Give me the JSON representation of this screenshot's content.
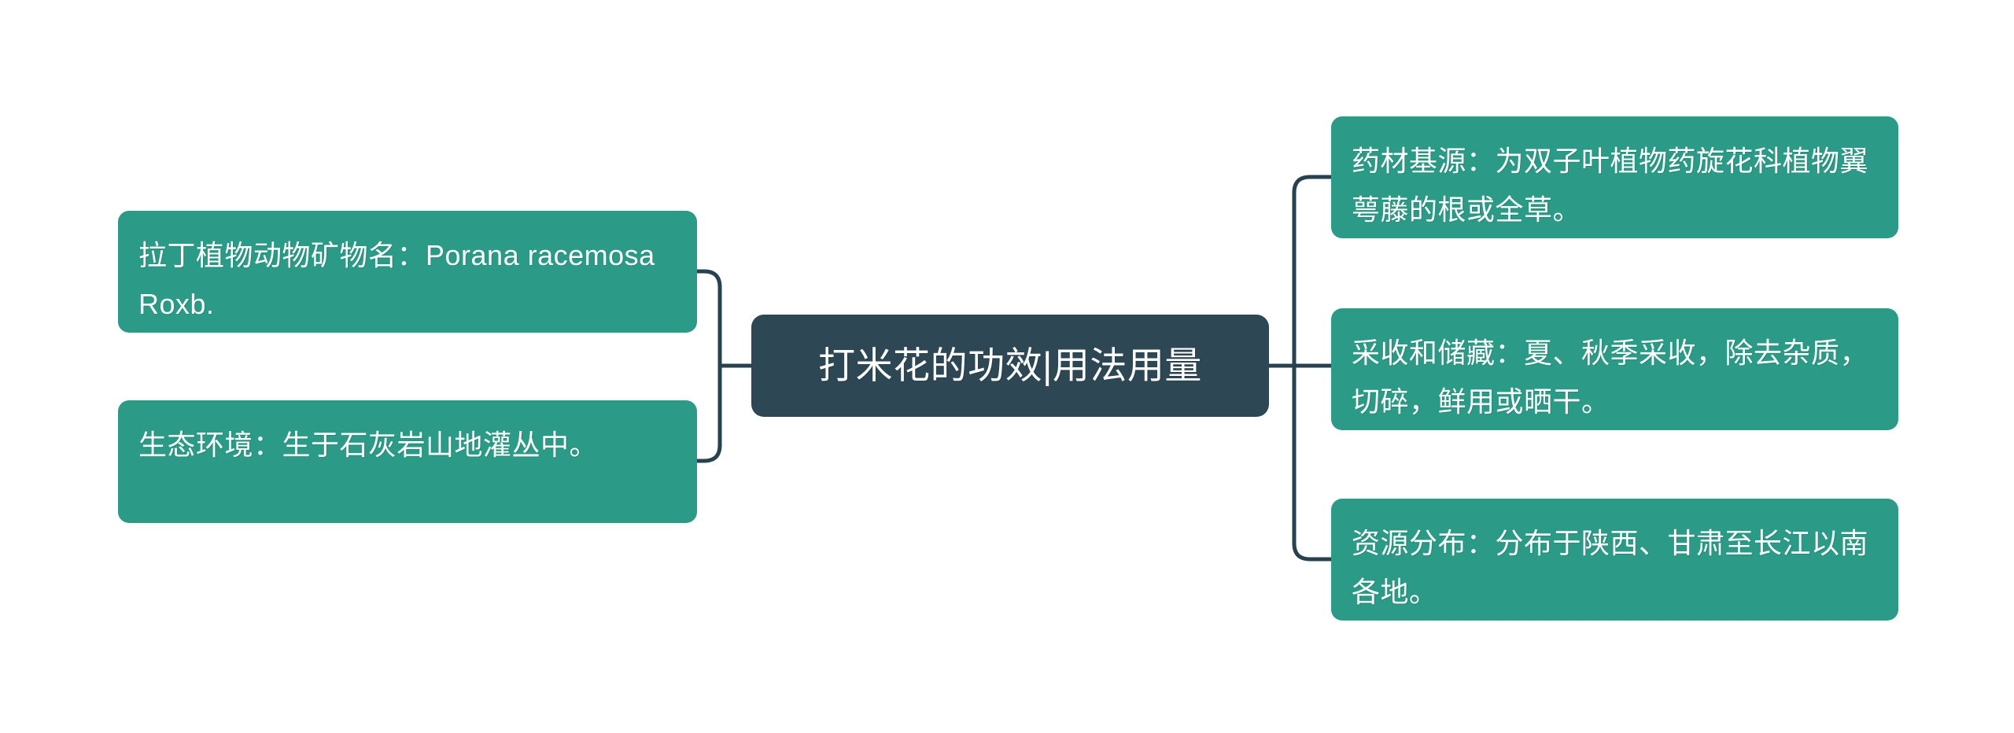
{
  "diagram": {
    "type": "mind-map",
    "title": "打米花的功效|用法用量",
    "background_color": "#ffffff",
    "central": {
      "label": "打米花的功效|用法用量",
      "fill_color": "#2d4754",
      "text_color": "#ffffff"
    },
    "connector": {
      "color": "#27414f",
      "stroke_width": 5
    },
    "branch_style": {
      "fill_color": "#2b9a86",
      "text_color": "#ffffff"
    },
    "left_branches": [
      {
        "id": "latin-name",
        "label": "拉丁植物动物矿物名：Porana racemosa Roxb."
      },
      {
        "id": "ecological-environment",
        "label": "生态环境：生于石灰岩山地灌丛中。"
      }
    ],
    "right_branches": [
      {
        "id": "medicinal-source",
        "label": "药材基源：为双子叶植物药旋花科植物翼萼藤的根或全草。"
      },
      {
        "id": "harvest-and-storage",
        "label": "采收和储藏：夏、秋季采收，除去杂质，切碎，鲜用或晒干。"
      },
      {
        "id": "resource-distribution",
        "label": "资源分布：分布于陕西、甘肃至长江以南各地。"
      }
    ]
  }
}
